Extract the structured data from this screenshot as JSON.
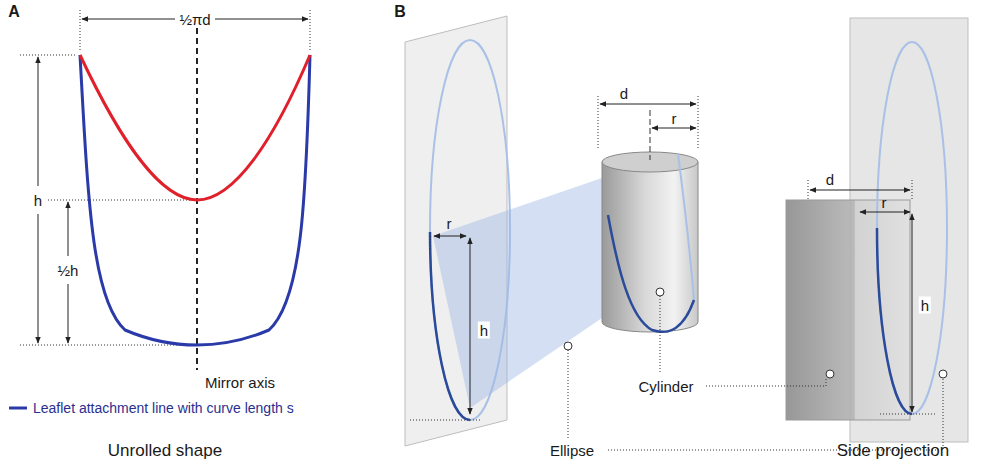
{
  "diagram": {
    "labels": [
      "A",
      "B",
      "½πd",
      "h",
      "½h",
      "Mirror axis",
      "Unrolled shape",
      "r",
      "h",
      "d",
      "r",
      "Cylinder",
      "Ellipse",
      "d",
      "r",
      "h",
      "Side projection"
    ],
    "legend": [
      {
        "text": "Leaflet attachment line with curve length s"
      }
    ]
  }
}
